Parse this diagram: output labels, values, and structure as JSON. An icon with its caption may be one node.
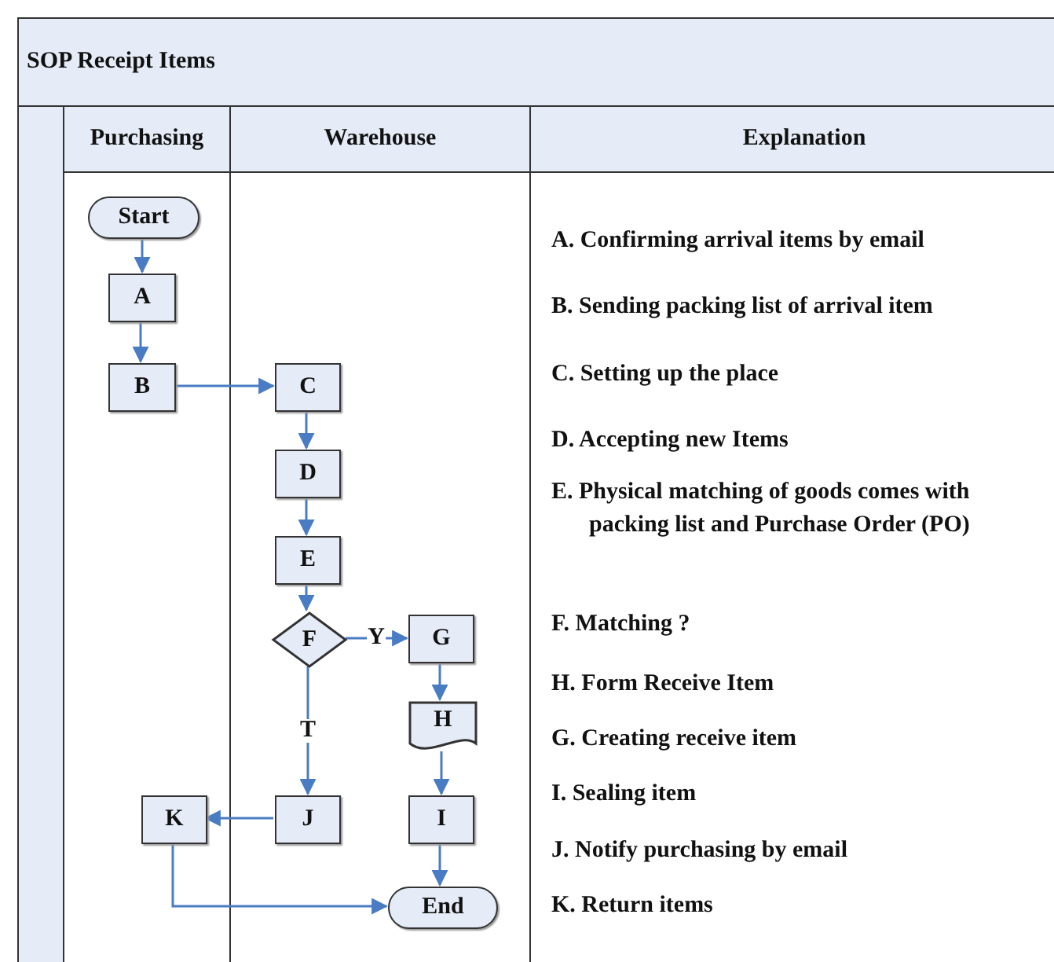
{
  "diagram": {
    "title": "SOP Receipt Items",
    "nodes": [
      {
        "text": [
          "Purchasing"
        ]
      },
      {
        "text": [
          "Warehouse"
        ]
      },
      {
        "text": [
          "Explanation"
        ]
      },
      {
        "text": [
          "Start"
        ],
        "in": 0
      },
      {
        "text": [
          "A"
        ],
        "in": 0
      },
      {
        "text": [
          "B"
        ],
        "in": 0
      },
      {
        "text": [
          "C"
        ],
        "in": 1
      },
      {
        "text": [
          "D"
        ],
        "in": 1
      },
      {
        "text": [
          "E"
        ],
        "in": 1
      },
      {
        "text": [
          "F"
        ],
        "in": 1
      },
      {
        "text": [
          "G"
        ],
        "in": 1
      },
      {
        "text": [
          "H"
        ],
        "in": 1
      },
      {
        "text": [
          "J"
        ],
        "in": 1
      },
      {
        "text": [
          "I"
        ],
        "in": 1
      },
      {
        "text": [
          "K"
        ],
        "in": 0
      },
      {
        "text": [
          "End"
        ],
        "in": 1
      },
      {
        "text": [],
        "shape": "bar"
      }
    ],
    "edges": [
      {
        "from": 3,
        "to": 4,
        "arrow": "to"
      },
      {
        "from": 4,
        "to": 5,
        "arrow": "to"
      },
      {
        "from": 5,
        "to": 6,
        "arrow": "to"
      },
      {
        "from": 6,
        "to": 7,
        "arrow": "to"
      },
      {
        "from": 7,
        "to": 8,
        "arrow": "to"
      },
      {
        "from": 8,
        "to": 9,
        "arrow": "to"
      },
      {
        "from": 9,
        "to": 10,
        "arrow": "to",
        "label": "Y"
      },
      {
        "from": 9,
        "to": 12,
        "arrow": "to",
        "label": "T"
      },
      {
        "from": 10,
        "to": 11,
        "arrow": "to"
      },
      {
        "from": 11,
        "to": 13,
        "arrow": "to"
      },
      {
        "from": 12,
        "to": 14,
        "arrow": "to"
      },
      {
        "from": 13,
        "to": 15,
        "arrow": "to"
      },
      {
        "from": 14,
        "to": 15,
        "arrow": "to"
      }
    ],
    "labels": [
      "A. Confirming arrival items by email",
      "B. Sending packing list of arrival item",
      "C. Setting up the place",
      "D. Accepting new Items",
      "E. Physical matching of goods comes with packing list and Purchase Order (PO)",
      "F. Matching ?",
      "H. Form Receive Item",
      "G. Creating receive item",
      "I. Sealing item",
      "J. Notify purchasing by email",
      "K. Return items"
    ]
  }
}
